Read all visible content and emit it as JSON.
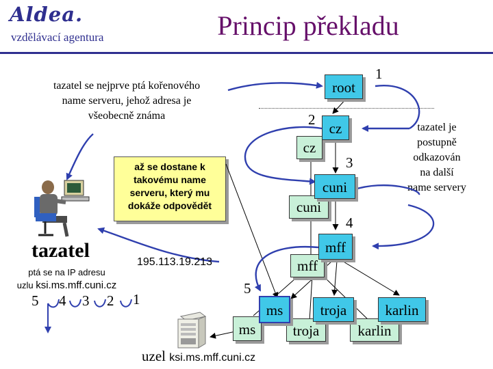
{
  "header": {
    "logo": "Aldea.",
    "agency": "vzdělávací agentura",
    "title": "Princip překladu"
  },
  "notes": {
    "first_query": [
      "tazatel se nejprve ptá kořenového",
      "name serveru, jehož adresa je",
      "všeobecně známa"
    ],
    "referrals": [
      "tazatel je",
      "postupně",
      "odkazován",
      "na další",
      "name servery"
    ],
    "until_answer": [
      "až se dostane k",
      "takovému name",
      "serveru, který mu",
      "dokáže odpovědět"
    ]
  },
  "client": {
    "name": "tazatel",
    "ask_line1": "ptá se na IP adresu",
    "ask_prefix": "uzlu ",
    "ask_host": "ksi.ms.mff.cuni.cz",
    "ip": "195.113.19.213",
    "label_order": [
      "5",
      "4",
      "3",
      "2",
      "1"
    ]
  },
  "tree": {
    "servers": [
      "root",
      "cz",
      "cuni",
      "mff",
      "ms",
      "troja",
      "karlin"
    ],
    "zones": [
      "cz",
      "cuni",
      "mff",
      "ms",
      "troja",
      "karlin"
    ]
  },
  "steps": [
    "1",
    "2",
    "3",
    "4",
    "5"
  ],
  "node": {
    "prefix": "uzel ",
    "host": "ksi.ms.mff.cuni.cz"
  },
  "colors": {
    "brand": "#2f2f8f",
    "title": "#66106a",
    "server_box": "#40c8e8",
    "zone_box": "#c8f0d8",
    "note_box": "#ffff99",
    "arrows": "#2f3fae"
  }
}
